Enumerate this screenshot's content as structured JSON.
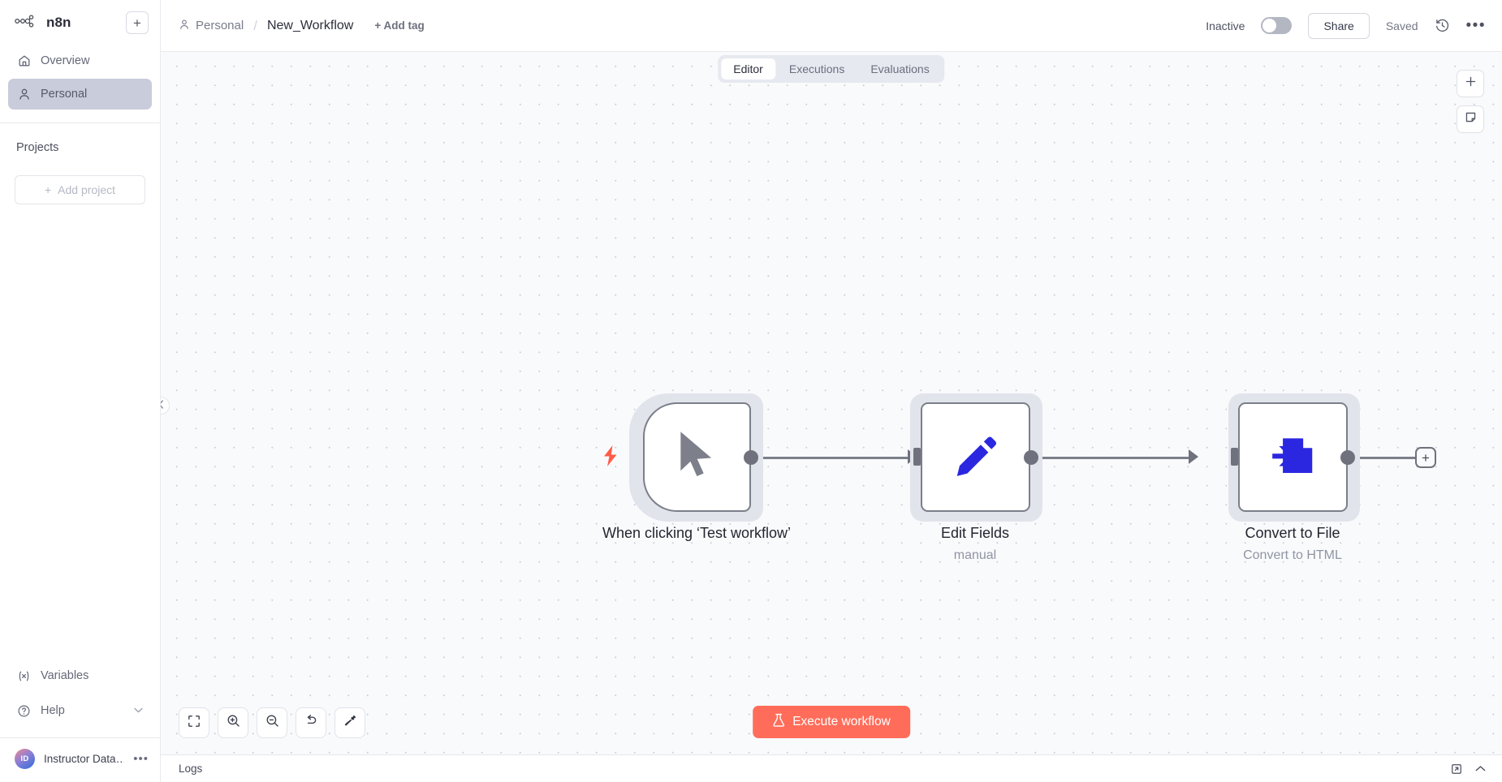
{
  "sidebar": {
    "brand": {
      "name": "n8n",
      "logo_icon": "n8n-logo-icon"
    },
    "new_button_icon": "plus-icon",
    "items": [
      {
        "label": "Overview",
        "icon": "home-icon",
        "active": false
      },
      {
        "label": "Personal",
        "icon": "person-icon",
        "active": true
      }
    ],
    "projects_heading": "Projects",
    "add_project_label": "Add project",
    "add_project_icon": "plus-icon",
    "bottom_items": [
      {
        "label": "Variables",
        "icon": "variables-icon"
      },
      {
        "label": "Help",
        "icon": "question-circle-icon",
        "chevron": "chevron-down-icon"
      }
    ],
    "user": {
      "initials": "ID",
      "name": "Instructor Data…",
      "menu_icon": "ellipsis-icon"
    }
  },
  "topbar": {
    "breadcrumb_project": "Personal",
    "breadcrumb_project_icon": "person-icon",
    "breadcrumb_separator": "/",
    "workflow_name": "New_Workflow",
    "add_tag_label": "+ Add tag",
    "activation_label": "Inactive",
    "activation_on": false,
    "share_label": "Share",
    "save_state_label": "Saved",
    "history_icon": "clock-rewind-icon",
    "more_icon": "ellipsis-icon"
  },
  "canvas": {
    "tabs": [
      {
        "label": "Editor",
        "active": true
      },
      {
        "label": "Executions",
        "active": false
      },
      {
        "label": "Evaluations",
        "active": false
      }
    ],
    "side_tools": [
      {
        "icon": "plus-icon",
        "name": "add-node-button"
      },
      {
        "icon": "sticky-note-icon",
        "name": "add-sticky-note-button"
      }
    ],
    "collapse_handle_icon": "chevron-left-icon",
    "end_connector_icon": "plus-icon",
    "nodes": [
      {
        "name": "When clicking ‘Test workflow’",
        "subtitle": "",
        "icon": "mouse-pointer-icon",
        "type": "trigger",
        "has_bolt": true
      },
      {
        "name": "Edit Fields",
        "subtitle": "manual",
        "icon": "pencil-icon",
        "type": "action",
        "has_bolt": false
      },
      {
        "name": "Convert to File",
        "subtitle": "Convert to HTML",
        "icon": "convert-file-icon",
        "type": "action",
        "has_bolt": false
      }
    ],
    "bottom_tools": [
      {
        "icon": "fit-view-icon",
        "name": "zoom-to-fit-button"
      },
      {
        "icon": "zoom-in-icon",
        "name": "zoom-in-button"
      },
      {
        "icon": "zoom-out-icon",
        "name": "zoom-out-button"
      },
      {
        "icon": "reset-zoom-icon",
        "name": "reset-zoom-button"
      },
      {
        "icon": "tidy-up-icon",
        "name": "tidy-up-button"
      }
    ],
    "execute_label": "Execute workflow",
    "execute_icon": "flask-icon",
    "execute_color": "#ff6d5a"
  },
  "logsbar": {
    "label": "Logs",
    "popout_icon": "open-in-new-icon",
    "expand_icon": "chevron-up-icon"
  },
  "colors": {
    "accent": "#ff6d5a",
    "node_icon_blue": "#2b27e0",
    "canvas_bg": "#f9fafc",
    "sidebar_active": "#c9ccda"
  }
}
